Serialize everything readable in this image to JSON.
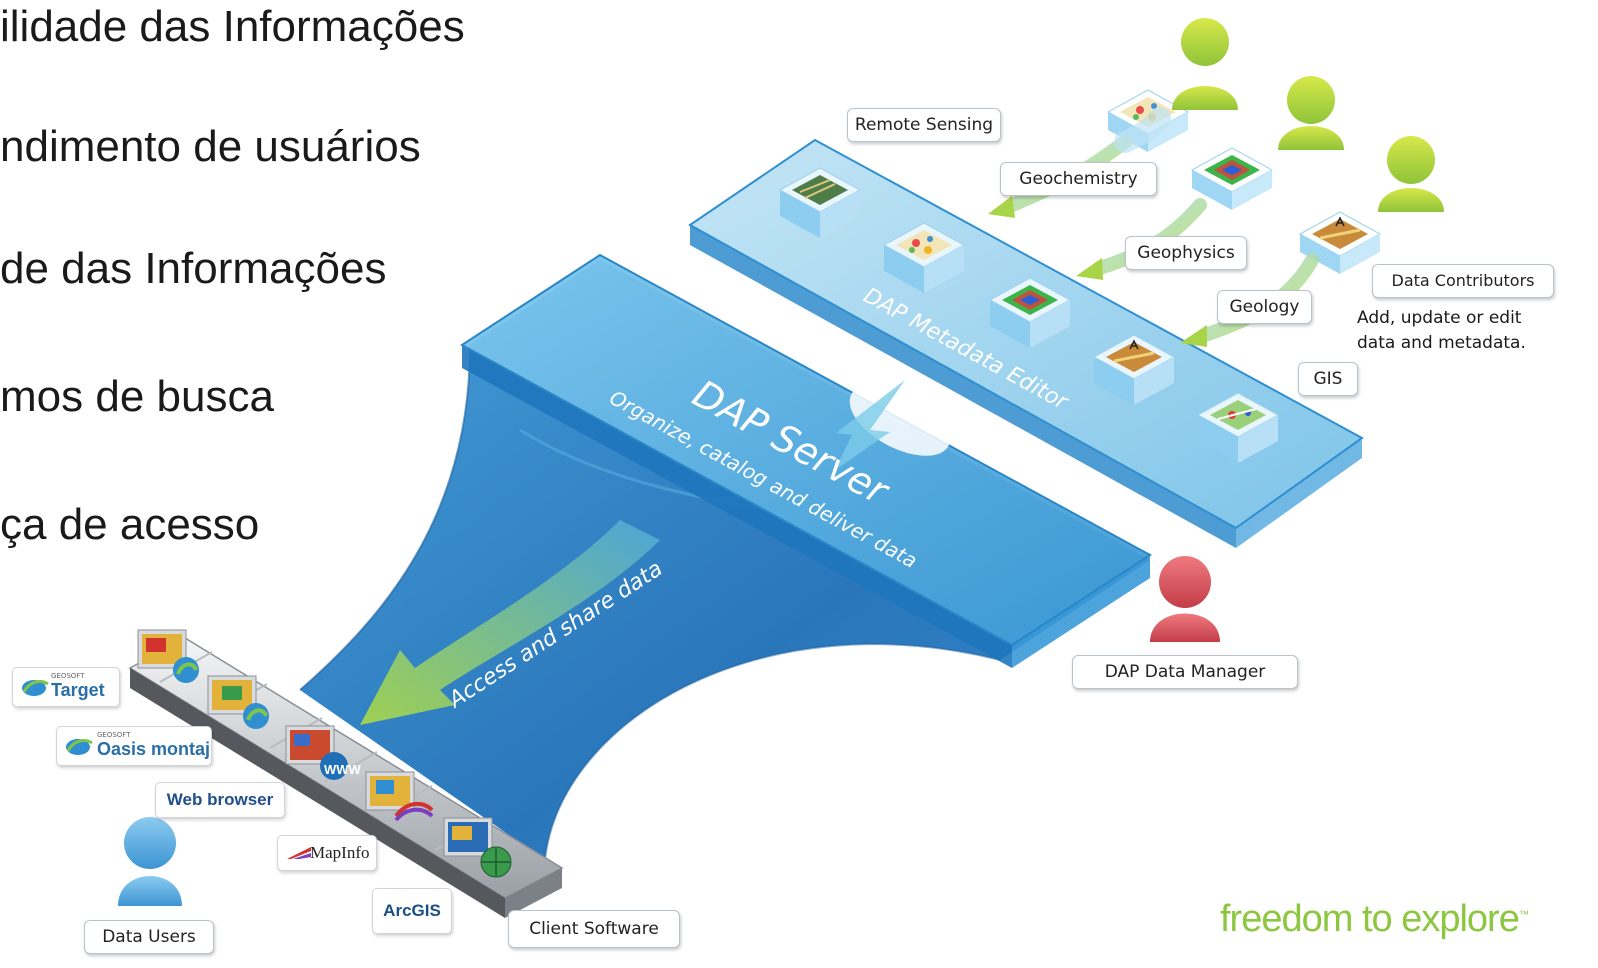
{
  "bullets": [
    "ilidade das Informações",
    "ndimento de usuários",
    "de das Informações",
    "mos de busca",
    "ça de acesso"
  ],
  "diagram": {
    "metadata_editor_label": "DAP Metadata Editor",
    "server_label": "DAP Server",
    "server_sublabel": "Organize, catalog and deliver data",
    "flow_label": "Access and share data",
    "data_types": [
      "Remote Sensing",
      "Geochemistry",
      "Geophysics",
      "Geology",
      "GIS"
    ],
    "contributors_tag": "Data Contributors",
    "contributors_note": [
      "Add, update or edit",
      "data and metadata."
    ],
    "manager_tag": "DAP Data Manager",
    "users_tag": "Data Users",
    "client_software_tag": "Client Software",
    "clients": {
      "target": {
        "small": "GEOSOFT",
        "name": "Target"
      },
      "oasis": {
        "small": "GEOSOFT",
        "name": "Oasis montaj"
      },
      "web": {
        "name": "Web browser"
      },
      "mapinfo": {
        "name": "MapInfo"
      },
      "arcgis": {
        "name": "ArcGIS"
      },
      "www_badge": "WWW"
    }
  },
  "brand": {
    "text": "freedom to explore",
    "mark": "™"
  },
  "colors": {
    "platform_blue": "#4da7d9",
    "user_blue": "#5aa9dc",
    "contributor_green": "#a8cf3b",
    "manager_red": "#d9535b",
    "brand_green": "#8dc63f"
  }
}
